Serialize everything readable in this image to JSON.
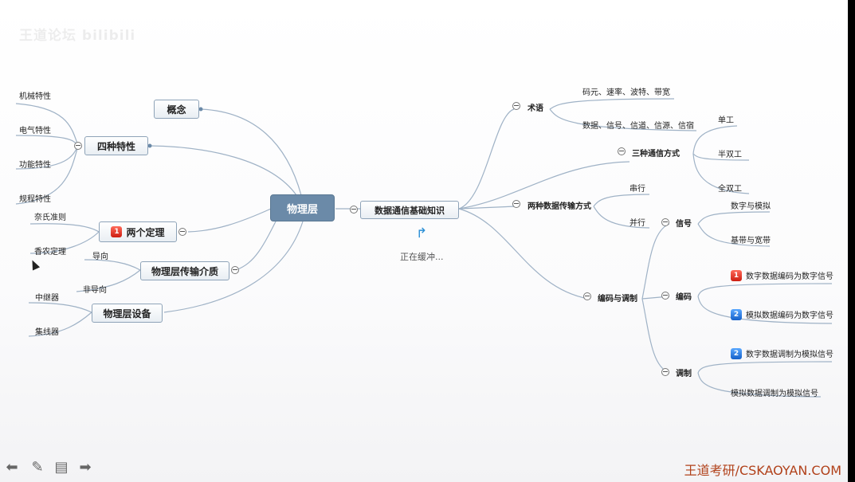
{
  "watermark": "王道论坛 bilibili",
  "root": "物理层",
  "left": {
    "concept": "概念",
    "four_traits": {
      "label": "四种特性",
      "items": [
        "机械特性",
        "电气特性",
        "功能特性",
        "规程特性"
      ]
    },
    "two_theorems": {
      "label": "两个定理",
      "badge": "1",
      "items": [
        "奈氏准则",
        "香农定理"
      ]
    },
    "media": {
      "label": "物理层传输介质",
      "items": [
        "导向",
        "非导向"
      ]
    },
    "devices": {
      "label": "物理层设备",
      "items": [
        "中继器",
        "集线器"
      ]
    }
  },
  "right": {
    "main": "数据通信基础知识",
    "terms": {
      "label": "术语",
      "items": [
        "码元、速率、波特、带宽",
        "数据、信号、信道、信源、信宿"
      ]
    },
    "modes": {
      "label": "三种通信方式",
      "items": [
        "单工",
        "半双工",
        "全双工"
      ]
    },
    "transfer": {
      "label": "两种数据传输方式",
      "items": [
        "串行",
        "并行"
      ]
    },
    "coding": {
      "label": "编码与调制",
      "signal": {
        "label": "信号",
        "items": [
          "数字与模拟",
          "基带与宽带"
        ]
      },
      "encode": {
        "label": "编码",
        "items": [
          {
            "badge": "1",
            "text": "数字数据编码为数字信号"
          },
          {
            "badge": "2",
            "text": "模拟数据编码为数字信号"
          }
        ]
      },
      "modulate": {
        "label": "调制",
        "items": [
          {
            "badge": "2",
            "text": "数字数据调制为模拟信号"
          },
          {
            "text": "模拟数据调制为模拟信号"
          }
        ]
      }
    }
  },
  "loading": "正在缓冲...",
  "credit": "王道考研/CSKAOYAN.COM",
  "toolbar": {
    "back": "back-arrow-icon",
    "pen": "pen-icon",
    "notes": "notes-icon",
    "next": "forward-arrow-icon"
  }
}
